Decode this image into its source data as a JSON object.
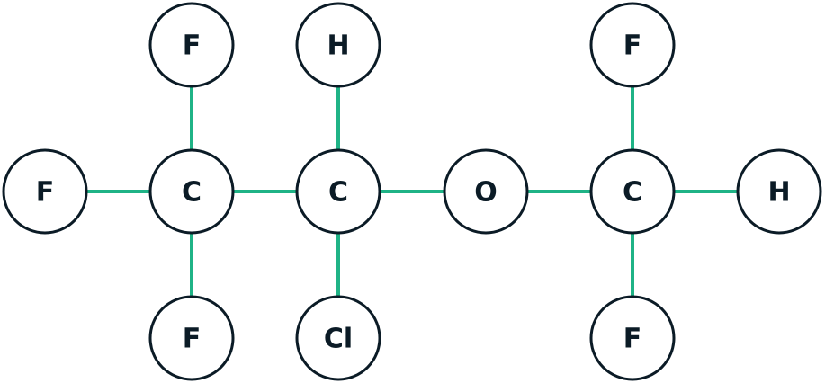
{
  "colors": {
    "bond": "#1fb386",
    "atom_outline": "#0b1b26",
    "label": "#0b1b26",
    "background": "#ffffff"
  },
  "atoms": [
    {
      "id": "f1",
      "symbol": "F"
    },
    {
      "id": "h1",
      "symbol": "H"
    },
    {
      "id": "f5",
      "symbol": "F"
    },
    {
      "id": "f2",
      "symbol": "F"
    },
    {
      "id": "c1",
      "symbol": "C"
    },
    {
      "id": "c2",
      "symbol": "C"
    },
    {
      "id": "o1",
      "symbol": "O"
    },
    {
      "id": "c3",
      "symbol": "C"
    },
    {
      "id": "h2",
      "symbol": "H"
    },
    {
      "id": "f3",
      "symbol": "F"
    },
    {
      "id": "cl1",
      "symbol": "Cl"
    },
    {
      "id": "f4",
      "symbol": "F"
    }
  ],
  "bonds": [
    [
      "f2",
      "c1"
    ],
    [
      "c1",
      "f1"
    ],
    [
      "c1",
      "f3"
    ],
    [
      "c1",
      "c2"
    ],
    [
      "c2",
      "h1"
    ],
    [
      "c2",
      "cl1"
    ],
    [
      "c2",
      "o1"
    ],
    [
      "o1",
      "c3"
    ],
    [
      "c3",
      "f5"
    ],
    [
      "c3",
      "f4"
    ],
    [
      "c3",
      "h2"
    ]
  ]
}
